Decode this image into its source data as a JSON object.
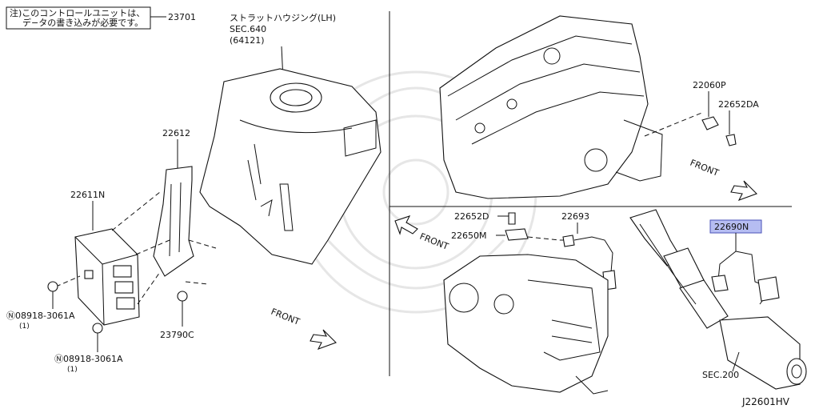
{
  "note": {
    "line1": "注)このコントロールユニットは、",
    "line2": "デ−タの書き込みが必要です。",
    "ref": "23701"
  },
  "strut_housing": {
    "name": "ストラットハウジング(LH)",
    "sec": "SEC.640",
    "code": "(64121)"
  },
  "parts": {
    "p22612": "22612",
    "p22611N": "22611N",
    "p23790C": "23790C",
    "nut1": "Ⓝ08918-3061A",
    "nut1_qty": "(1)",
    "nut2": "Ⓝ08918-3061A",
    "nut2_qty": "(1)",
    "p22060P": "22060P",
    "p22652DA": "22652DA",
    "p22652D": "22652D",
    "p22650M": "22650M",
    "p22693": "22693",
    "p22690N": "22690N",
    "sec200": "SEC.200"
  },
  "front_labels": {
    "left": "FRONT",
    "top_right": "FRONT",
    "mid": "FRONT"
  },
  "diagram_id": "J22601HV",
  "colors": {
    "highlight": "#b6bdf2",
    "highlight_border": "#4a52b8"
  }
}
